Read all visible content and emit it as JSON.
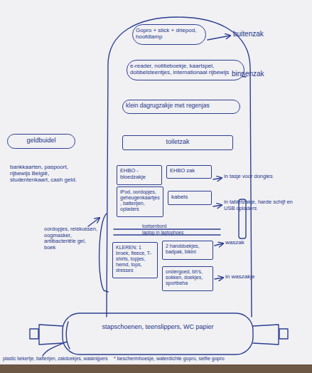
{
  "diagram": {
    "nodes": [
      {
        "text": [
          "Gopro + stick + driepod, hoofdlamp"
        ]
      },
      {
        "text": [
          "e-reader, notitieboekje, kaartspel, dobbelsteentjes, internationaal rijbewijs"
        ]
      },
      {
        "text": [
          "klein dagrugzakje met regenjas"
        ]
      },
      {
        "text": [
          "toiletzak"
        ]
      },
      {
        "text": [
          "EHBO - bloedzakje"
        ]
      },
      {
        "text": [
          "EHBO zak"
        ]
      },
      {
        "text": [
          "iPod, oordopjes, geheugenkaartjes, batterijen, opladers"
        ]
      },
      {
        "text": [
          "kabels"
        ]
      },
      {
        "text": [
          "KLEREN: 1 broek, fleece, T-shirts, topjes, hemd, tops, dresses"
        ]
      },
      {
        "text": [
          "2 handdoekjes, badpak, bikini"
        ]
      },
      {
        "text": [
          "ondergoed, bh's, sokken, doekjes, sportbeha"
        ]
      },
      {
        "text": [
          "stapschoenen, teenslippers, WC papier"
        ]
      },
      {
        "text": [
          "geldbuidel"
        ]
      }
    ],
    "labels": [
      "buitenzak",
      "binnenzak",
      "in tasje voor dongles",
      "in tabletzakje, harde schijf en USB opladers",
      "toetsenbord",
      "laptop in laptophoes",
      "waszak",
      "in waszakje",
      "bankkaarten, paspoort, rijbewijs België, studentenkaart, cash geld.",
      "oordopjes, reiskussen, oogmasker, antibacteriële gel, boek",
      "plastic bekertje, batterijen, zakdoekjes, wasknijpers",
      "* beschermhoesje, waterdichte gopro, selfie gopro"
    ]
  }
}
